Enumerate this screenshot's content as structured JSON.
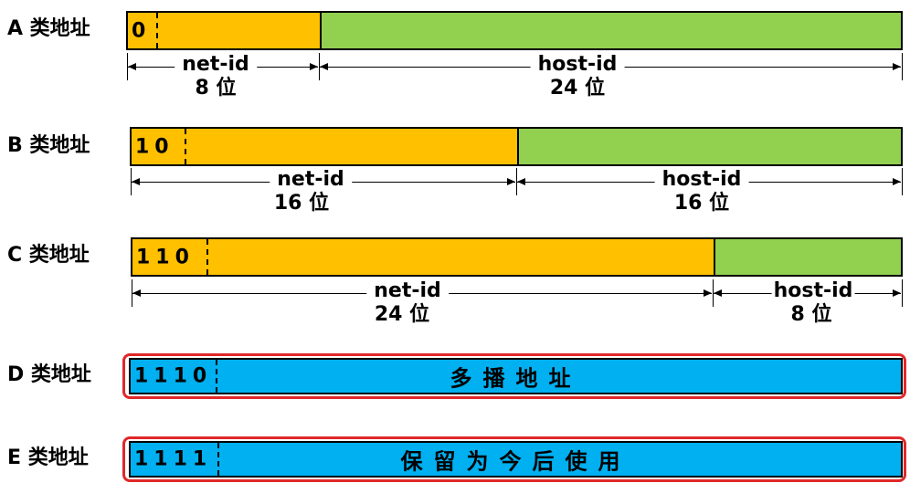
{
  "rows": [
    {
      "label": "A 类地址",
      "prefix": "0",
      "net_label": "net-id",
      "net_bits": "8 位",
      "host_label": "host-id",
      "host_bits": "24 位"
    },
    {
      "label": "B 类地址",
      "prefix": "10",
      "net_label": "net-id",
      "net_bits": "16 位",
      "host_label": "host-id",
      "host_bits": "16 位"
    },
    {
      "label": "C 类地址",
      "prefix": "110",
      "net_label": "net-id",
      "net_bits": "24 位",
      "host_label": "host-id",
      "host_bits": "8 位"
    },
    {
      "label": "D 类地址",
      "prefix": "1110",
      "text": "多播地址"
    },
    {
      "label": "E 类地址",
      "prefix": "1111",
      "text": "保留为今后使用"
    }
  ],
  "colors": {
    "net": "#ffc000",
    "host": "#92d050",
    "special": "#00b0f0",
    "outline": "#e0282a"
  }
}
